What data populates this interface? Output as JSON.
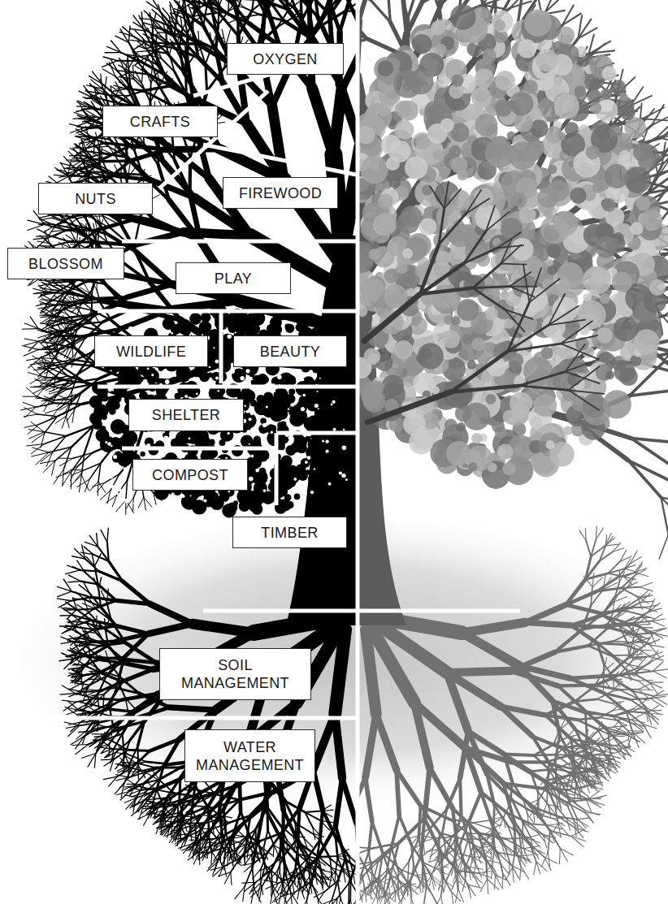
{
  "diagram": {
    "nodes": [
      {
        "text": [
          "OXYGEN"
        ]
      },
      {
        "text": [
          "CRAFTS"
        ]
      },
      {
        "text": [
          "NUTS"
        ]
      },
      {
        "text": [
          "FIREWOOD"
        ]
      },
      {
        "text": [
          "BLOSSOM"
        ]
      },
      {
        "text": [
          "PLAY"
        ]
      },
      {
        "text": [
          "WILDLIFE"
        ]
      },
      {
        "text": [
          "BEAUTY"
        ]
      },
      {
        "text": [
          "SHELTER"
        ]
      },
      {
        "text": [
          "COMPOST"
        ]
      },
      {
        "text": [
          "TIMBER"
        ]
      },
      {
        "text": [
          "SOIL MANAGEMENT"
        ]
      },
      {
        "text": [
          "WATER MANAGEMENT"
        ]
      }
    ]
  }
}
